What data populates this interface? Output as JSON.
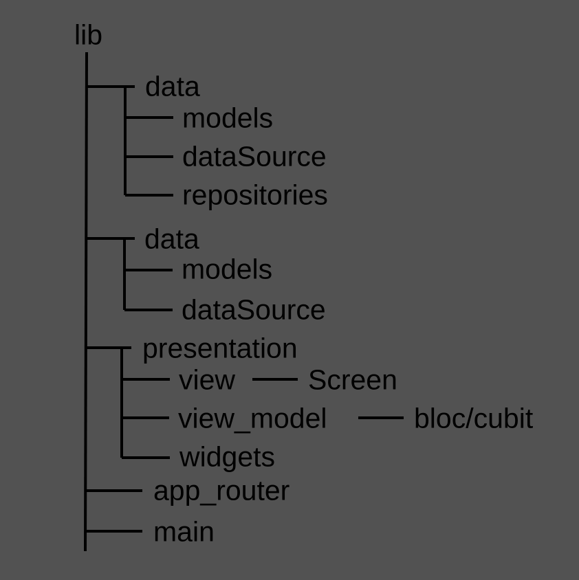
{
  "diagram": {
    "root": "lib",
    "sections": [
      {
        "label": "data",
        "children": [
          "models",
          "dataSource",
          "repositories"
        ]
      },
      {
        "label": "data",
        "children": [
          "models",
          "dataSource"
        ]
      },
      {
        "label": "presentation",
        "children": [
          {
            "label": "view",
            "leaf": "Screen"
          },
          {
            "label": "view_model",
            "leaf": "bloc/cubit"
          },
          {
            "label": "widgets"
          }
        ]
      }
    ],
    "files": [
      "app_router",
      "main"
    ]
  },
  "colors": {
    "background": "#525252",
    "ink": "#000000"
  }
}
